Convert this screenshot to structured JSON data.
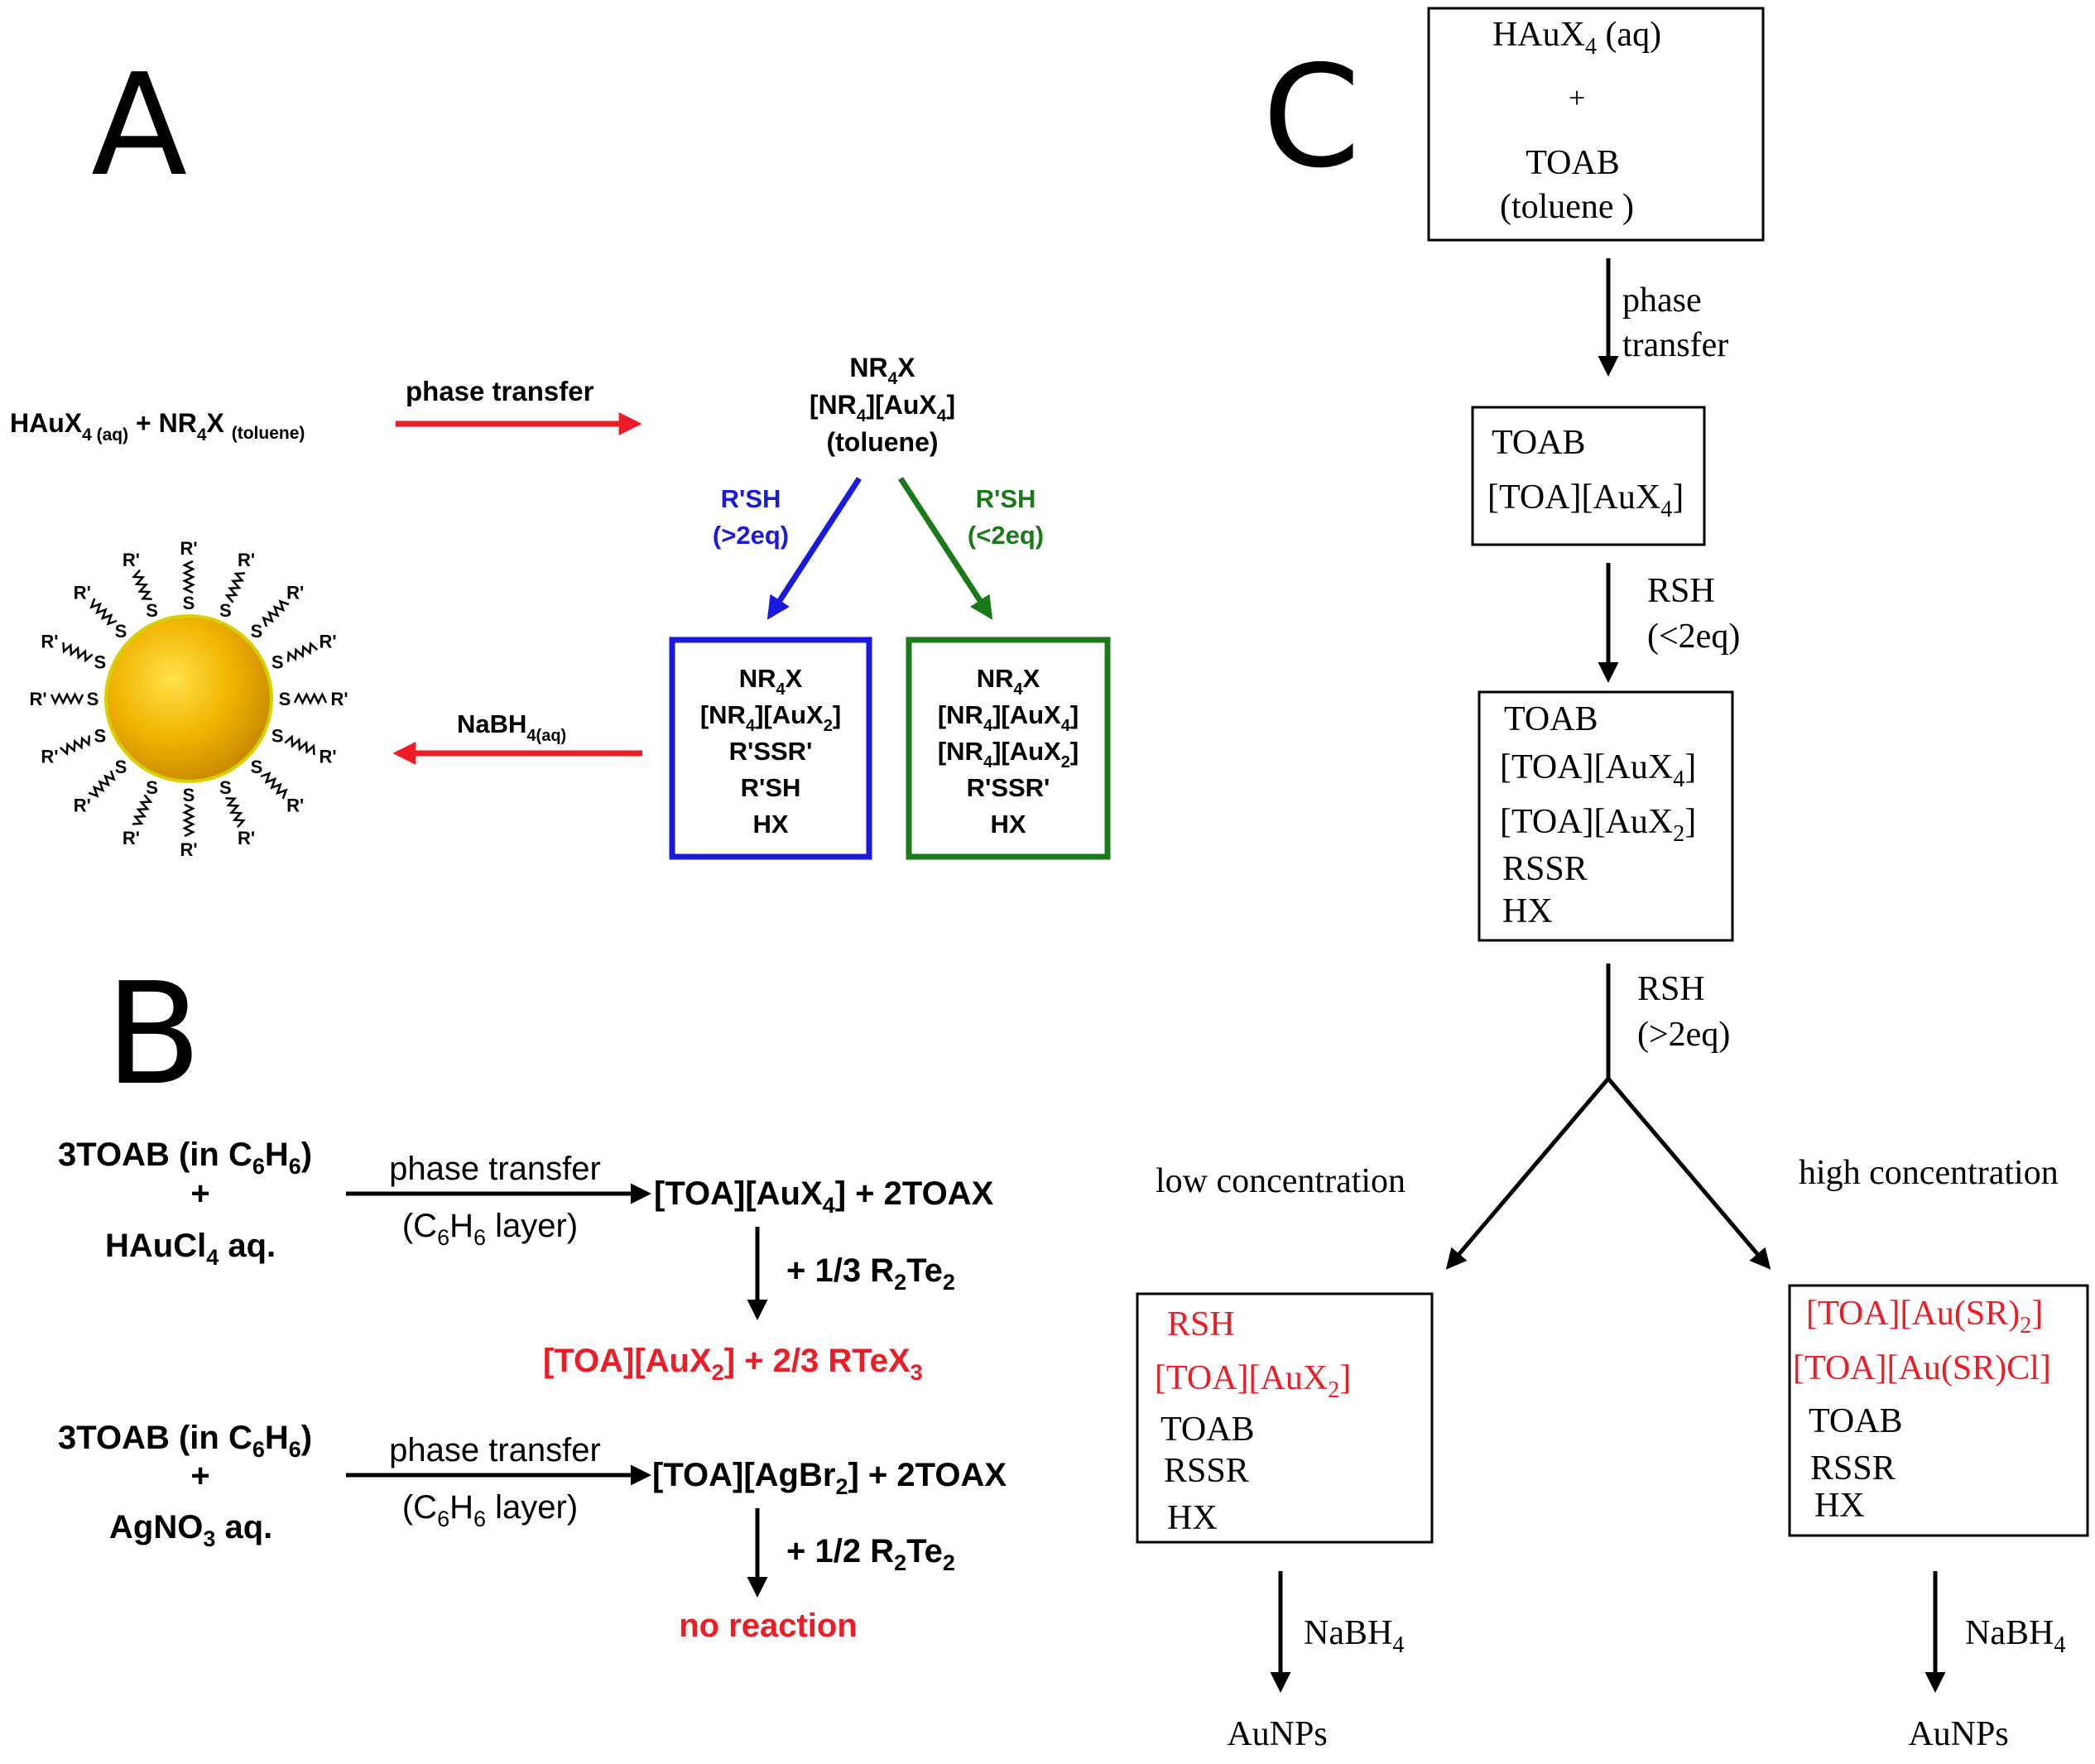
{
  "panels": {
    "a": {
      "letter": "A",
      "reactant_html": "HAuX<tspan class='sub' dy='10' font-size='22'>4 (aq)</tspan><tspan dy='-10'> + NR</tspan><tspan dy='10' font-size='22'>4</tspan><tspan dy='-10'>X </tspan><tspan dy='10' font-size='22'>(toluene)</tspan>",
      "phase_transfer": "phase transfer",
      "toluene_species": [
        "NR4X",
        "[NR4][AuX4]",
        "(toluene)"
      ],
      "branch_left": [
        "R'SH",
        "(>2eq)"
      ],
      "branch_right": [
        "R'SH",
        "(<2eq)"
      ],
      "box_left": [
        "NR4X",
        "[NR4][AuX2]",
        "R'SSR'",
        "R'SH",
        "HX"
      ],
      "box_right": [
        "NR4X",
        "[NR4][AuX4]",
        "[NR4][AuX2]",
        "R'SSR'",
        "HX"
      ],
      "reductant": "NaBH4(aq)",
      "ligand_label": "R'",
      "sulfur_label": "S"
    },
    "b": {
      "letter": "B",
      "rows": [
        {
          "reactant_top": "3TOAB (in C6H6)",
          "plus": "+",
          "reactant_bottom": "HAuCl4 aq.",
          "arrow_top": "phase transfer",
          "arrow_bottom": "(C6H6 layer)",
          "product": "[TOA][AuX4] + 2TOAX",
          "reagent": "+ 1/3 R2Te2",
          "outcome": "[TOA][AuX2] + 2/3 RTeX3"
        },
        {
          "reactant_top": "3TOAB (in C6H6)",
          "plus": "+",
          "reactant_bottom": "AgNO3 aq.",
          "arrow_top": "phase transfer",
          "arrow_bottom": "(C6H6 layer)",
          "product": "[TOA][AgBr2] + 2TOAX",
          "reagent": "+ 1/2 R2Te2",
          "outcome": "no reaction"
        }
      ]
    },
    "c": {
      "letter": "C",
      "box1": [
        "HAuX4 (aq)",
        "+",
        "TOAB",
        "(toluene )"
      ],
      "step1": [
        "phase",
        "transfer"
      ],
      "box2": [
        "TOAB",
        "[TOA][AuX4]"
      ],
      "step2": [
        "RSH",
        "(<2eq)"
      ],
      "box3": [
        "TOAB",
        "[TOA][AuX4]",
        "[TOA][AuX2]",
        "RSSR",
        "HX"
      ],
      "step3": [
        "RSH",
        "(>2eq)"
      ],
      "low_label": "low concentration",
      "high_label": "high concentration",
      "box_low": [
        "RSH",
        "[TOA][AuX2]",
        "TOAB",
        "RSSR",
        "HX"
      ],
      "box_high": [
        "[TOA][Au(SR)2]",
        "[TOA][Au(SR)Cl]",
        "TOAB",
        "RSSR",
        "HX"
      ],
      "reductant": "NaBH4",
      "product": "AuNPs"
    }
  },
  "colors": {
    "red": "#ee1c24",
    "blue": "#1a1adf",
    "green": "#1a7a1a",
    "black": "#000000",
    "gold": "#f0b400"
  }
}
